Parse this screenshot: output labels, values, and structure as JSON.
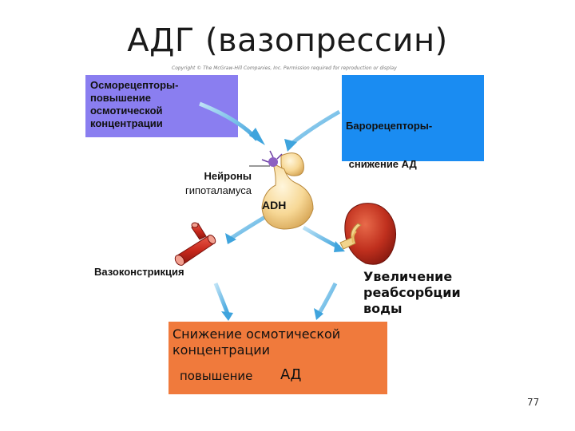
{
  "title": "АДГ (вазопрессин)",
  "copyright": "Copyright © The McGraw-Hill Companies, Inc. Permission required for reproduction or display",
  "osmoreceptors": {
    "line1": "Осморецепторы-",
    "line2": "повышение",
    "line3": "осмотической",
    "line4": "концентрации"
  },
  "baroreceptors": {
    "line1": "Барорецепторы-",
    "line2": " снижение АД"
  },
  "neurons": {
    "line1": "Нейроны",
    "line2": "гипоталамуса"
  },
  "adh_label": "ADH",
  "vasoconstriction": "Вазоконстрикция",
  "reabsorption": {
    "line1": "Увеличение",
    "line2": "реабсорбции",
    "line3": "воды"
  },
  "result": {
    "line1": "Снижение осмотической",
    "line2": "концентрации",
    "line3": "повышение",
    "line3b": "АД"
  },
  "page_number": "77",
  "colors": {
    "osmo_box": "#8a7ef0",
    "baro_box": "#1a8cf2",
    "result_box": "#f07a3c",
    "arrow": "#5ab4e6"
  }
}
